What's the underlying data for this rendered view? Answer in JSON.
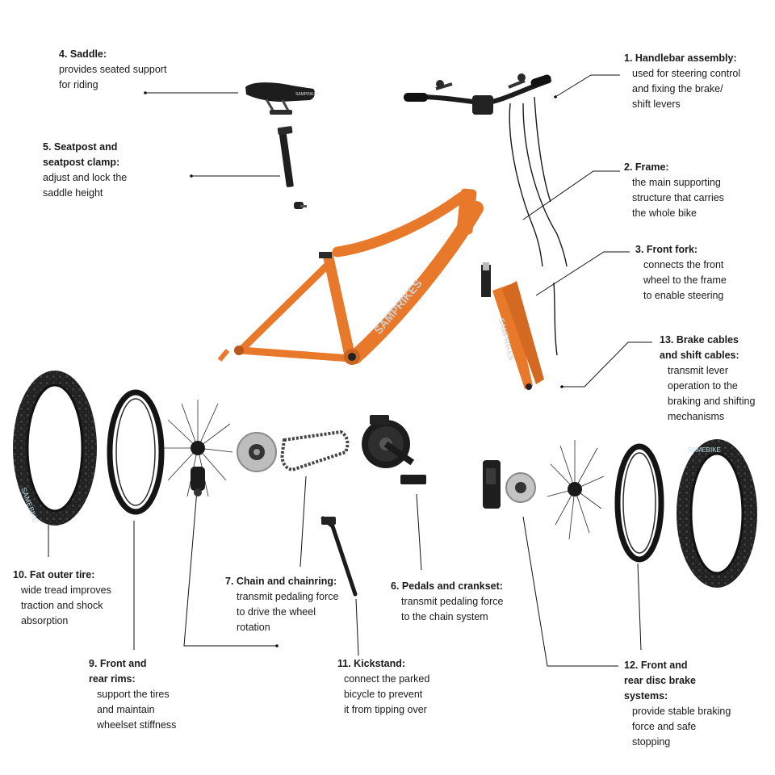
{
  "parts": [
    {
      "key": "saddle",
      "title": "4. Saddle:",
      "desc": "provides seated support\nfor riding"
    },
    {
      "key": "seatpost",
      "title": "5. Seatpost and\nseatpost clamp:",
      "desc": "adjust and lock the\nsaddle height"
    },
    {
      "key": "handlebar",
      "title": "1. Handlebar assembly:",
      "desc": "used for steering control\nand fixing the brake/\nshift levers"
    },
    {
      "key": "frame",
      "title": "2. Frame:",
      "desc": "the main supporting\nstructure that carries\nthe whole bike"
    },
    {
      "key": "fork",
      "title": "3. Front fork:",
      "desc": "connects the front\nwheel to the frame\nto enable steering"
    },
    {
      "key": "cables",
      "title": "13. Brake cables\nand shift cables:",
      "desc": "transmit lever\noperation to the\nbraking and shifting\nmechanisms"
    },
    {
      "key": "tire",
      "title": "10. Fat outer tire:",
      "desc": "wide tread improves\ntraction and shock\nabsorption"
    },
    {
      "key": "chain",
      "title": "7. Chain and chainring:",
      "desc": "transmit pedaling force\nto drive the wheel\nrotation"
    },
    {
      "key": "pedals",
      "title": "6. Pedals and crankset:",
      "desc": "transmit pedaling force\nto the chain system"
    },
    {
      "key": "rims",
      "title": "9. Front and\nrear rims:",
      "desc": "support the tires\nand maintain\nwheelset stiffness"
    },
    {
      "key": "kickstand",
      "title": "11. Kickstand:",
      "desc": "connect the parked\nbicycle to prevent\nit from tipping over"
    },
    {
      "key": "disc",
      "title": "12. Front and\nrear disc brake\nsystems:",
      "desc": "provide stable braking\nforce and safe\nstopping"
    }
  ],
  "labels": {
    "frame_brand": "SAMPRIKES",
    "fork_brand": "SAMPRIKES",
    "saddle_brand": "SAMPRIKES",
    "tire_brand_left": "SAMEBIKE",
    "tire_brand_right": "SAMEBIKE"
  },
  "colors": {
    "frame": "#e8782a",
    "frame_shade": "#b9571a",
    "rubber": "#1c1c1c",
    "rim": "#141414",
    "metal": "#9a9a9a",
    "lead_line": "#111111"
  }
}
